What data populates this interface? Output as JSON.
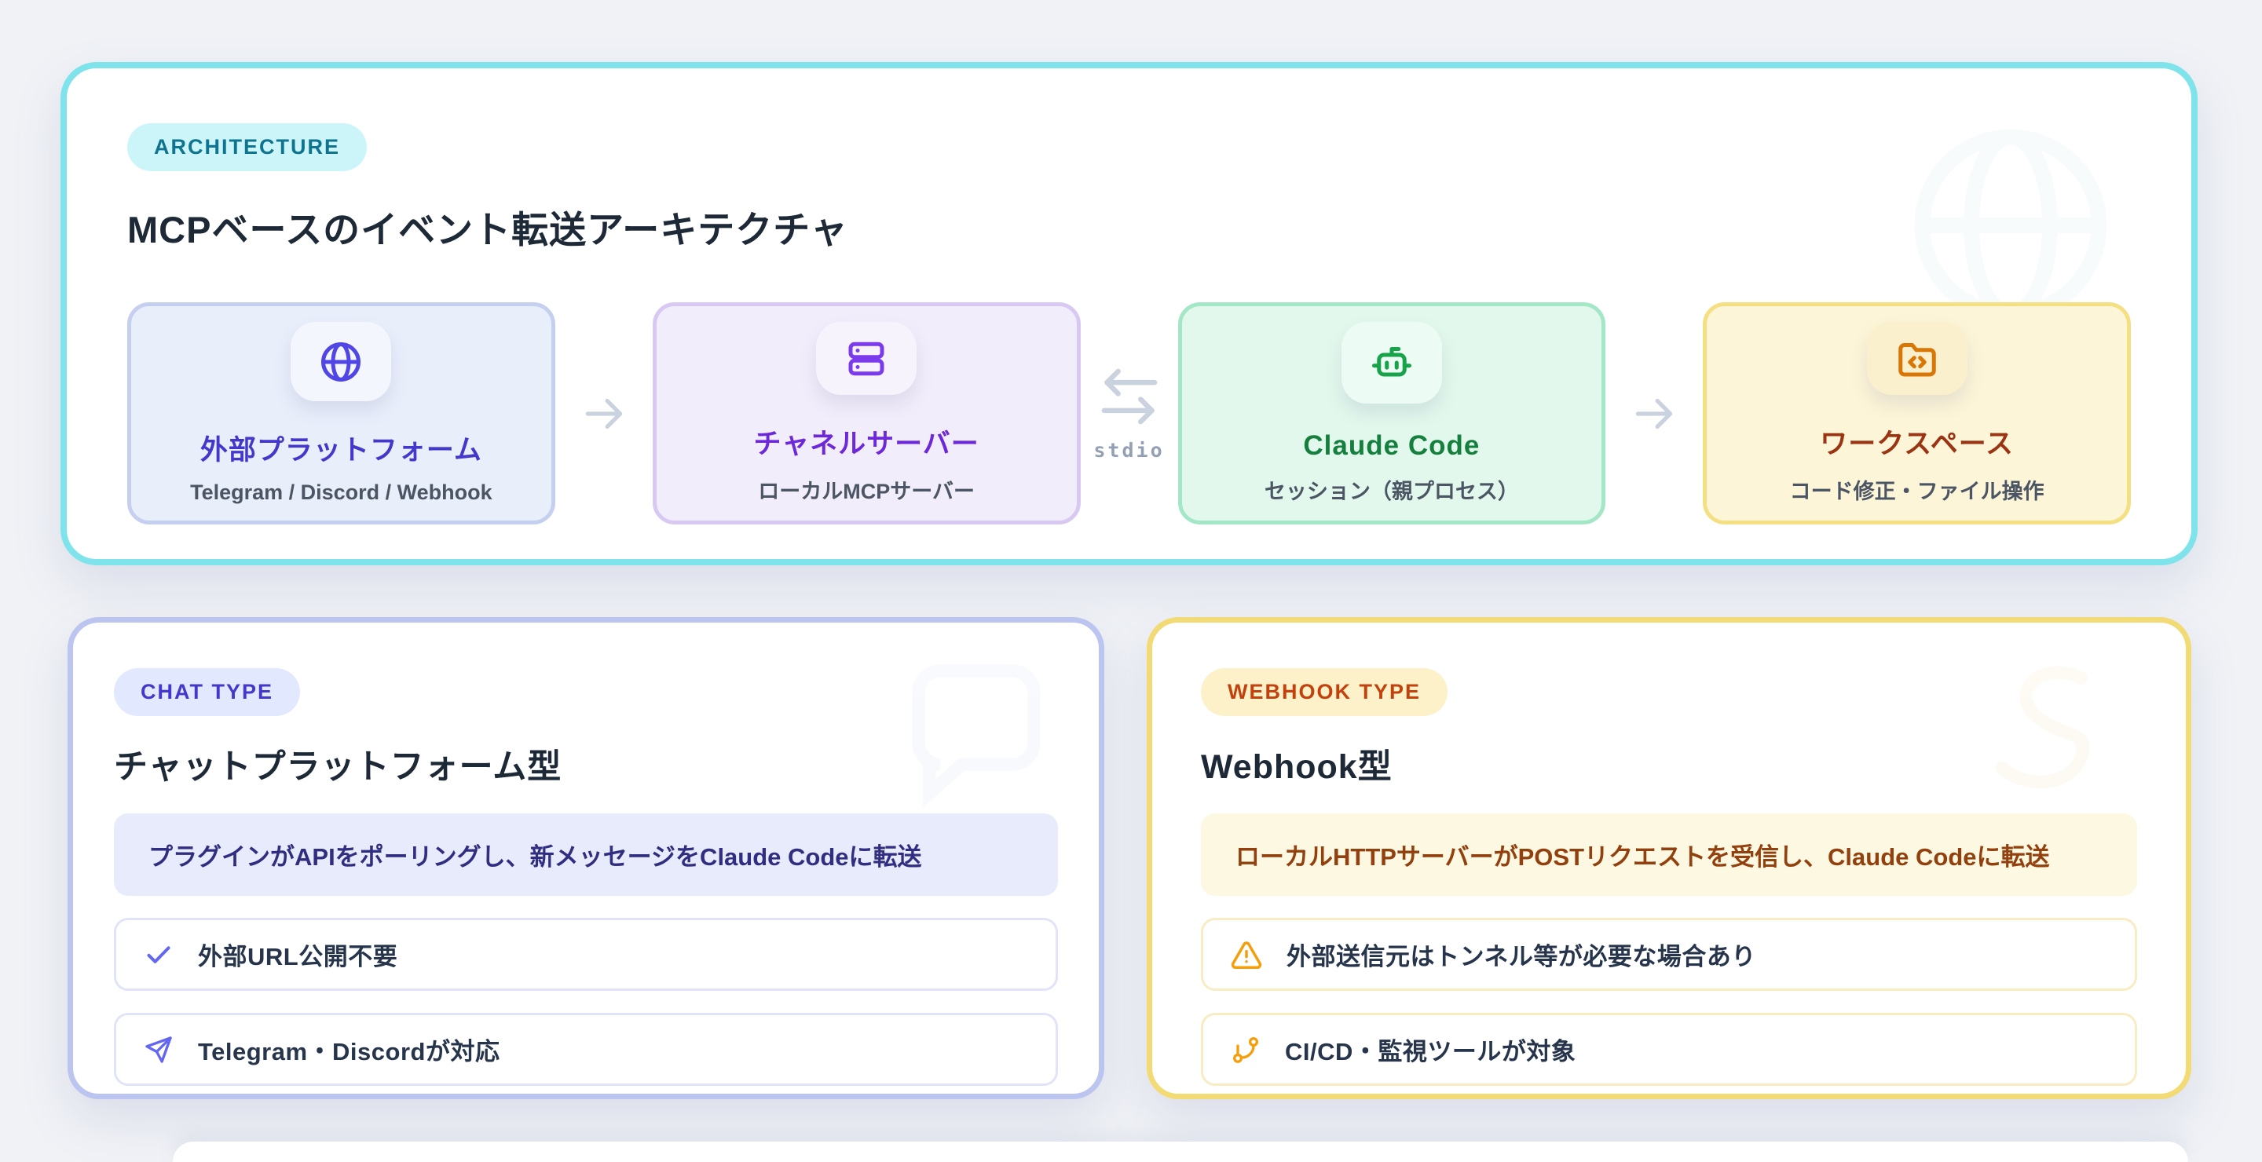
{
  "colors": {
    "page_bg": "#f0f2f6",
    "arch_border": "#7fe3eb",
    "chat_border": "#bcc5f0",
    "webhook_border": "#f2da74",
    "indigo_accent": "#4f46e5",
    "purple_accent": "#7c3aed",
    "green_accent": "#16a34a",
    "amber_accent": "#d97706",
    "item_icon_indigo": "#6366f1",
    "item_icon_amber": "#f59e0b",
    "arrow_gray": "#c9d2de"
  },
  "architecture": {
    "badge": "ARCHITECTURE",
    "title": "MCPベースのイベント転送アーキテクチャ",
    "stdio_label": "stdio",
    "nodes": [
      {
        "icon": "globe-icon",
        "title": "外部プラットフォーム",
        "subtitle": "Telegram / Discord / Webhook"
      },
      {
        "icon": "server-icon",
        "title": "チャネルサーバー",
        "subtitle": "ローカルMCPサーバー"
      },
      {
        "icon": "bot-icon",
        "title": "Claude Code",
        "subtitle": "セッション（親プロセス）"
      },
      {
        "icon": "folder-code-icon",
        "title": "ワークスペース",
        "subtitle": "コード修正・ファイル操作"
      }
    ]
  },
  "chat": {
    "badge": "CHAT TYPE",
    "title": "チャットプラットフォーム型",
    "description": "プラグインがAPIをポーリングし、新メッセージをClaude Codeに転送",
    "items": [
      {
        "icon": "check-icon",
        "text": "外部URL公開不要"
      },
      {
        "icon": "send-icon",
        "text": "Telegram・Discordが対応"
      }
    ]
  },
  "webhook": {
    "badge": "WEBHOOK TYPE",
    "title": "Webhook型",
    "description": "ローカルHTTPサーバーがPOSTリクエストを受信し、Claude Codeに転送",
    "items": [
      {
        "icon": "warning-icon",
        "text": "外部送信元はトンネル等が必要な場合あり"
      },
      {
        "icon": "git-branch-icon",
        "text": "CI/CD・監視ツールが対象"
      }
    ]
  }
}
